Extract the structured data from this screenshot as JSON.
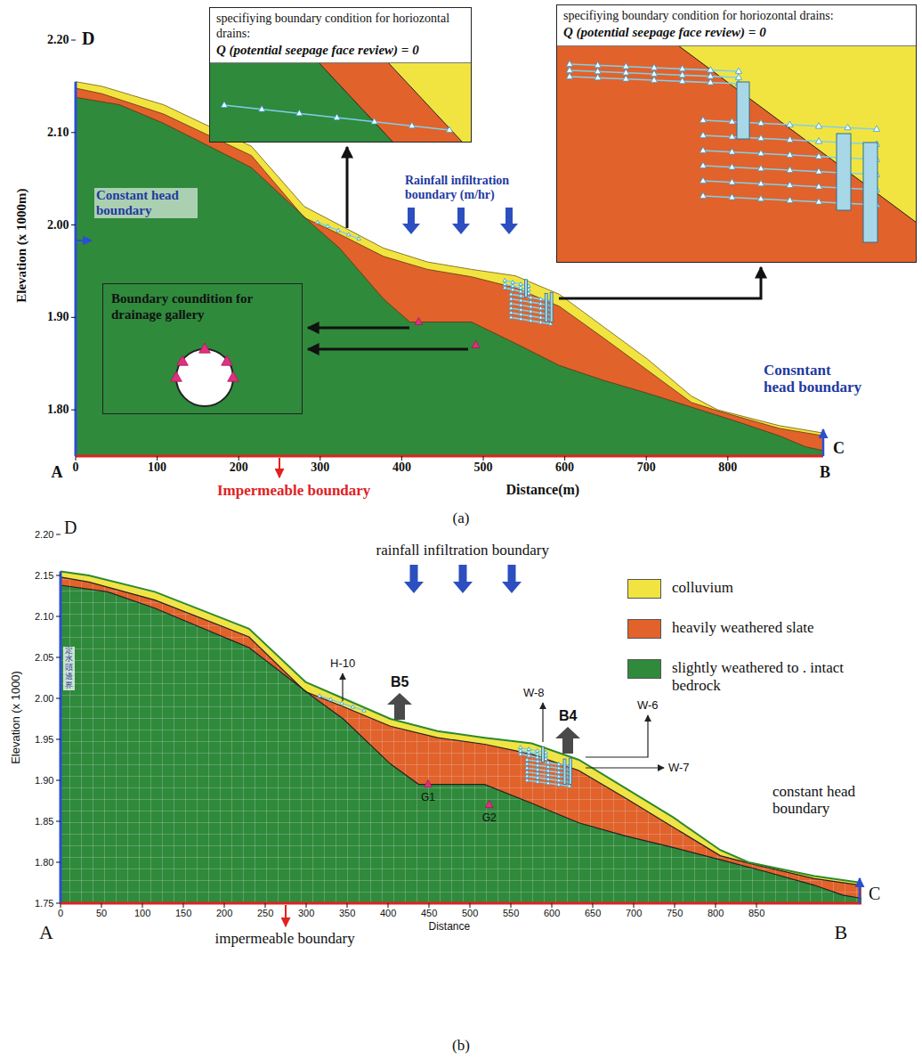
{
  "diagram": {
    "nodes": [
      {
        "text": [
          "specifiying boundary condition for horiozontal drains:",
          "Q (potential seepage face review) = 0"
        ]
      },
      {
        "text": [
          "specifiying boundary condition for horiozontal drains:",
          "Q (potential seepage face review) = 0"
        ]
      },
      {
        "text": [
          "Boundary coundition for drainage gallery"
        ]
      }
    ],
    "labels": [
      "2.20",
      "2.10",
      "2.00",
      "1.90",
      "1.80",
      "Elevation (x 1000m)",
      "D",
      "Constant head boundary",
      "Rainfall infiltration boundary (m/hr)",
      "Consntant head boundary",
      "C",
      "A",
      "B",
      "0",
      "100",
      "200",
      "300",
      "400",
      "500",
      "600",
      "700",
      "800",
      "Impermeable boundary",
      "Distance(m)",
      "(a)",
      "2.20",
      "2.15",
      "2.10",
      "2.05",
      "2.00",
      "1.95",
      "1.90",
      "1.85",
      "1.80",
      "1.75",
      "Elevation (x 1000)",
      "D",
      "定水頭邊界",
      "rainfall infiltration boundary",
      "H-10",
      "B5",
      "W-8",
      "B4",
      "W-6",
      "W-7",
      "G1",
      "G2",
      "constant head boundary",
      "C",
      "A",
      "B",
      "0",
      "50",
      "100",
      "150",
      "200",
      "250",
      "300",
      "350",
      "400",
      "450",
      "500",
      "550",
      "600",
      "650",
      "700",
      "750",
      "800",
      "850",
      "impermeable boundary",
      "Distance",
      "(b)"
    ],
    "legend": [
      {
        "text": "colluvium",
        "color": "#f2e440"
      },
      {
        "text": "heavily weathered slate",
        "color": "#e2622b"
      },
      {
        "text": "slightly weathered to . intact bedrock",
        "color": "#2f8a3c"
      }
    ]
  }
}
